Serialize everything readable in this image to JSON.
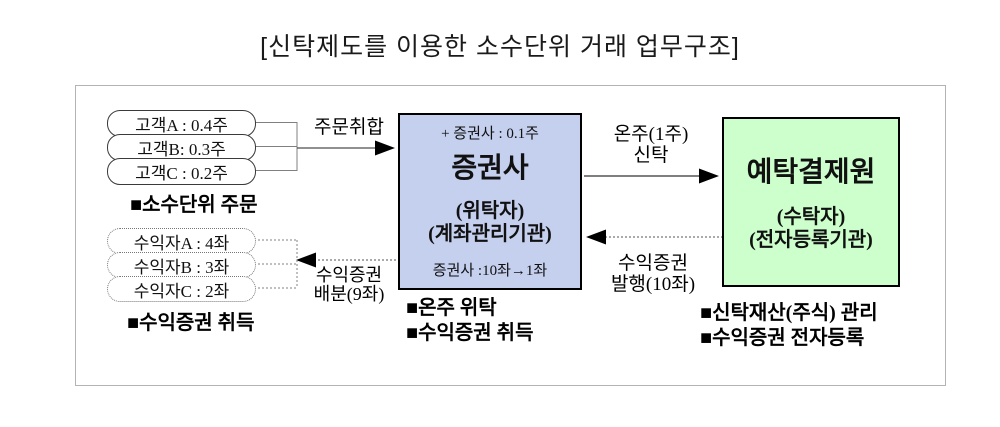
{
  "title": "[신탁제도를 이용한 소수단위 거래 업무구조]",
  "colors": {
    "broker_fill": "#c5cfee",
    "ksd_fill": "#ccffcc",
    "box_border": "#000000",
    "frame_border": "#b3b3b3"
  },
  "customers": {
    "items": [
      "고객A : 0.4주",
      "고객B: 0.3주",
      "고객C : 0.2주"
    ],
    "caption": "■소수단위 주문"
  },
  "order_arrow": {
    "label": "주문취합"
  },
  "broker": {
    "top_note": "+ 증권사 : 0.1주",
    "name": "증권사",
    "role1": "(위탁자)",
    "role2": "(계좌관리기관)",
    "bottom_note": "증권사 :10좌→1좌",
    "captions": [
      "■온주 위탁",
      "■수익증권 취득"
    ]
  },
  "trust_arrow": {
    "line1": "온주(1주)",
    "line2": "신탁"
  },
  "issue_arrow": {
    "line1": "수익증권",
    "line2": "발행(10좌)"
  },
  "distribute_arrow": {
    "line1": "수익증권",
    "line2": "배분(9좌)"
  },
  "ksd": {
    "name": "예탁결제원",
    "role1": "(수탁자)",
    "role2": "(전자등록기관)",
    "captions": [
      "■신탁재산(주식) 관리",
      "■수익증권 전자등록"
    ]
  },
  "beneficiaries": {
    "items": [
      "수익자A : 4좌",
      "수익자B : 3좌",
      "수익자C : 2좌"
    ],
    "caption": "■수익증권 취득"
  }
}
